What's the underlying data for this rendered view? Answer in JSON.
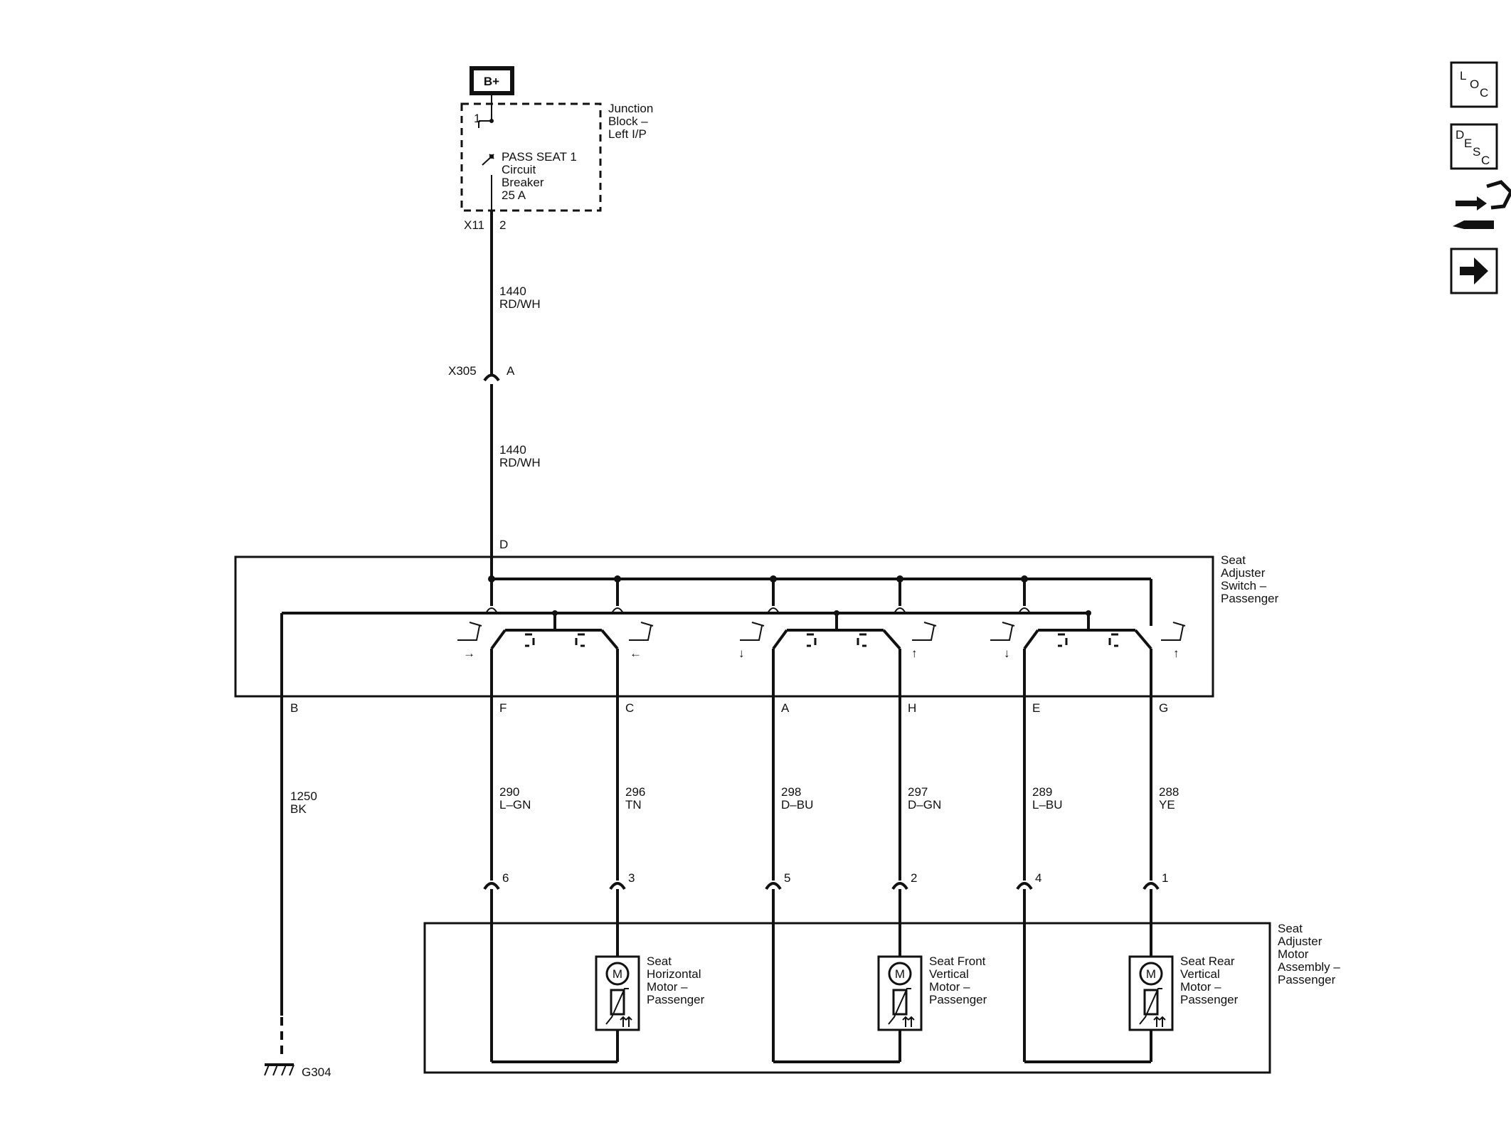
{
  "power": {
    "label": "B+"
  },
  "junction_block": {
    "title_lines": [
      "Junction",
      "Block –",
      "Left I/P"
    ],
    "breaker_pin": "1",
    "breaker_lines": [
      "PASS SEAT 1",
      "Circuit",
      "Breaker",
      "25 A"
    ],
    "connector": "X11",
    "connector_pin": "2"
  },
  "wires": {
    "feed_upper": {
      "circuit": "1440",
      "color": "RD/WH"
    },
    "feed_lower": {
      "circuit": "1440",
      "color": "RD/WH"
    },
    "ground": {
      "circuit": "1250",
      "color": "BK"
    }
  },
  "inline_connector": {
    "name": "X305",
    "pin": "A"
  },
  "switch": {
    "title_lines": [
      "Seat",
      "Adjuster",
      "Switch –",
      "Passenger"
    ],
    "feed_pin": "D",
    "ground_pin": "B"
  },
  "channels": [
    {
      "pin": "F",
      "circuit": "290",
      "color": "L–GN",
      "motor_pin": "6"
    },
    {
      "pin": "C",
      "circuit": "296",
      "color": "TN",
      "motor_pin": "3"
    },
    {
      "pin": "A",
      "circuit": "298",
      "color": "D–BU",
      "motor_pin": "5"
    },
    {
      "pin": "H",
      "circuit": "297",
      "color": "D–GN",
      "motor_pin": "2"
    },
    {
      "pin": "E",
      "circuit": "289",
      "color": "L–BU",
      "motor_pin": "4"
    },
    {
      "pin": "G",
      "circuit": "288",
      "color": "YE",
      "motor_pin": "1"
    }
  ],
  "motor_assembly": {
    "title_lines": [
      "Seat",
      "Adjuster",
      "Motor",
      "Assembly –",
      "Passenger"
    ]
  },
  "motors": [
    {
      "symbol": "M",
      "label_lines": [
        "Seat",
        "Horizontal",
        "Motor –",
        "Passenger"
      ]
    },
    {
      "symbol": "M",
      "label_lines": [
        "Seat Front",
        "Vertical",
        "Motor –",
        "Passenger"
      ]
    },
    {
      "symbol": "M",
      "label_lines": [
        "Seat Rear",
        "Vertical",
        "Motor –",
        "Passenger"
      ]
    }
  ],
  "ground_point": {
    "label": "G304"
  },
  "side_buttons": [
    {
      "name": "loc-button",
      "letters": [
        "L",
        "O",
        "C"
      ]
    },
    {
      "name": "desc-button",
      "letters": [
        "D",
        "E",
        "S",
        "C"
      ]
    },
    {
      "name": "connector-tools-button",
      "icon": "connector-wrench-icon"
    },
    {
      "name": "next-button",
      "icon": "arrow-right-icon"
    }
  ]
}
